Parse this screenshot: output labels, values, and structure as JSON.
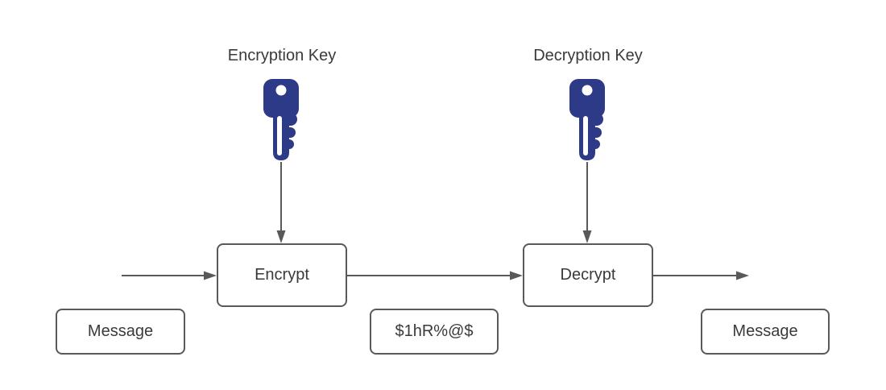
{
  "diagram": {
    "colors": {
      "key": "#2d3a87",
      "line": "#595959",
      "box_border": "#595959",
      "text": "#3a3a3a",
      "background": "#ffffff"
    },
    "encryption": {
      "key_label": "Encryption Key",
      "key_icon": "key-icon",
      "process_label": "Encrypt"
    },
    "decryption": {
      "key_label": "Decryption Key",
      "key_icon": "key-icon",
      "process_label": "Decrypt"
    },
    "nodes": {
      "input_message_label": "Message",
      "ciphertext_label": "$1hR%@$",
      "output_message_label": "Message"
    }
  }
}
